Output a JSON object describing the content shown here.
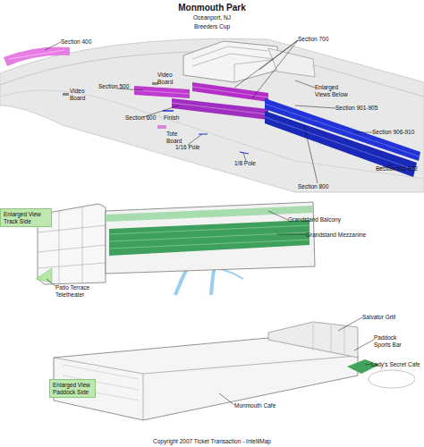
{
  "diagram": {
    "title": "Monmouth Park",
    "nodes": [
      {
        "text": [
          "Enlarged View Track Side"
        ]
      },
      {
        "text": [
          "Enlarged View Paddock Side"
        ]
      }
    ],
    "labels": [
      "Oceanport, NJ",
      "Breeders Cup",
      "Section 400",
      "Video Board",
      "Section 500",
      "Video Board",
      "Tote Board",
      "Section 700",
      "Enlarged Views Below",
      "Finish",
      "Section 600",
      "Section 901-905",
      "1/16 Pole",
      "Section 906-910",
      "1/8 Pole",
      "Section 911-922",
      "Section 800",
      "Grandstand Balcony",
      "Grandstand Mezzanine",
      "Patio Terrace Teletheater",
      "Salvator Grill",
      "Paddock Sports Bar",
      "Lady's Secret Cafe",
      "Monmouth Cafe",
      "Copyright 2007 Ticket Transaction - IntelliMap"
    ]
  }
}
